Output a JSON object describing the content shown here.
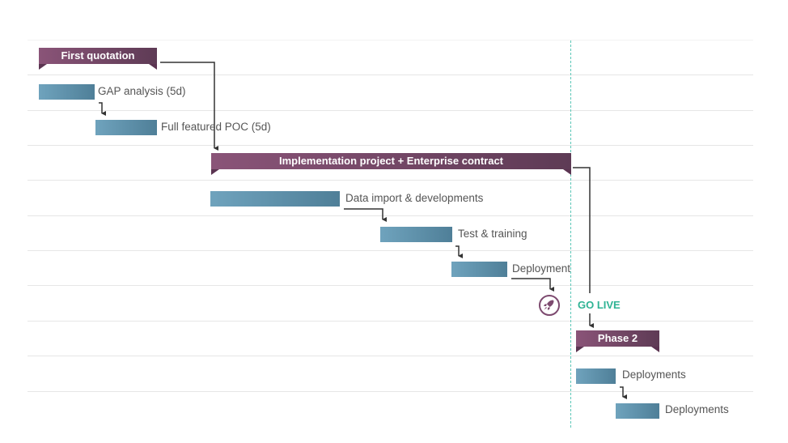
{
  "banners": {
    "first_quotation": "First quotation",
    "implementation": "Implementation project + Enterprise contract",
    "phase2": "Phase 2"
  },
  "tasks": {
    "gap": "GAP analysis (5d)",
    "poc": "Full featured POC (5d)",
    "data_import": "Data import & developments",
    "test": "Test & training",
    "deployment": "Deployment",
    "deployments1": "Deployments",
    "deployments2": "Deployments"
  },
  "milestone": {
    "label": "GO LIVE",
    "icon": "rocket-icon"
  },
  "colors": {
    "banner": "#6f4465",
    "bar": "#5f90aa",
    "golive": "#2fb394",
    "today_line": "#5cc7b8"
  }
}
